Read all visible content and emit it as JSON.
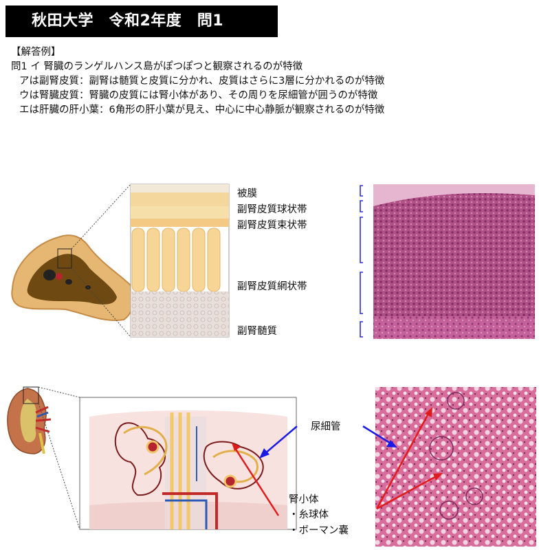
{
  "title": "秋田大学　令和2年度　問1",
  "answer_example": {
    "heading": "【解答例】",
    "lines": [
      "問1 イ 腎臓のランゲルハンス島がぽつぽつと観察されるのが特徴",
      "アは副腎皮質：副腎は髄質と皮質に分かれ、皮質はさらに3層に分かれるのが特徴",
      "ウは腎臓皮質：腎臓の皮質には腎小体があり、その周りを尿細管が囲うのが特徴",
      "エは肝臓の肝小葉：6角形の肝小葉が見え、中心に中心静脈が観察されるのが特徴"
    ]
  },
  "adrenal": {
    "labels": [
      "被膜",
      "副腎皮質球状帯",
      "副腎皮質束状帯",
      "副腎皮質網状帯",
      "副腎髄質"
    ]
  },
  "kidney": {
    "tubule_label": "尿細管",
    "corpuscle_label": "腎小体",
    "glomerulus_label": "・糸球体",
    "bowman_label": "・ボーマン嚢"
  },
  "colors": {
    "bracket": "#2b2bd8",
    "arrow_red": "#e01b1b",
    "arrow_blue": "#1a1ae6",
    "histology_pink": "#c77aa6"
  }
}
